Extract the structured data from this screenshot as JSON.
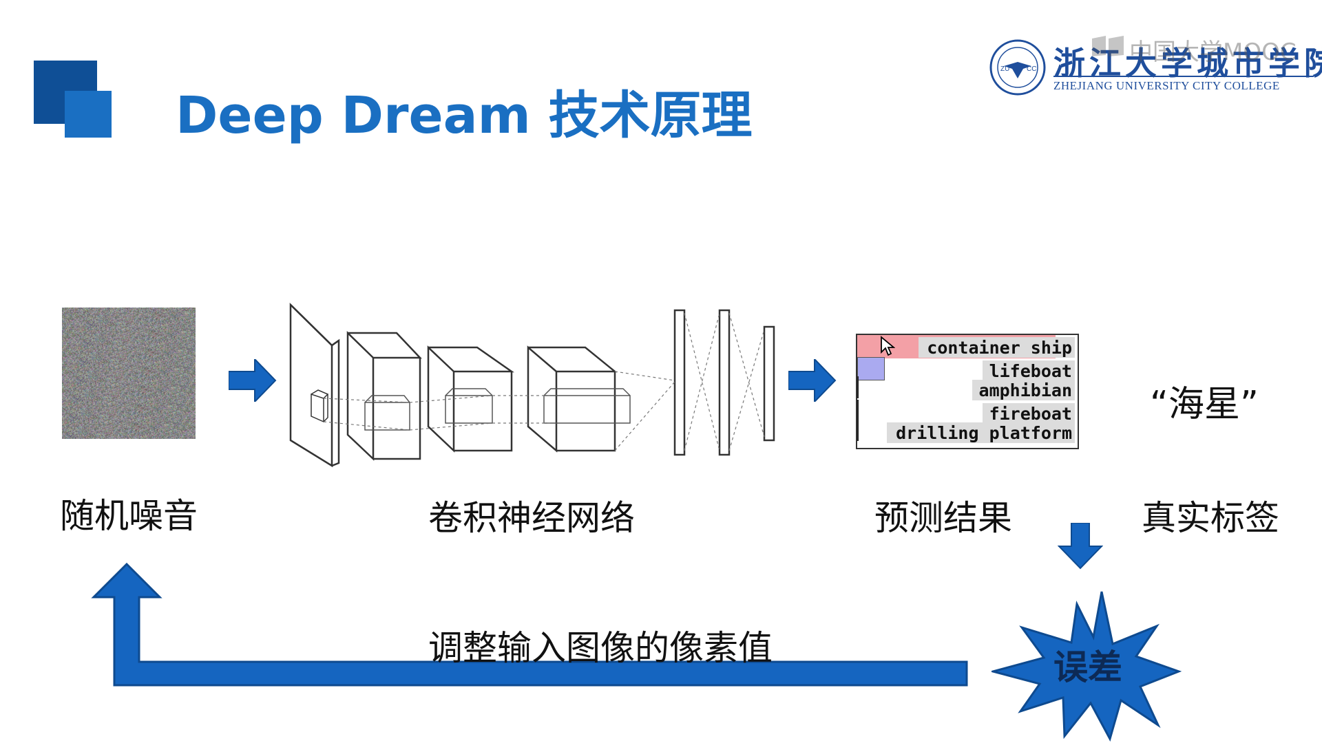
{
  "slide": {
    "title": "Deep Dream 技术原理"
  },
  "branding": {
    "watermark": "中国大学MOOC",
    "college_cn": "浙江大学城市学院",
    "college_en": "ZHEJIANG UNIVERSITY CITY COLLEGE",
    "seal_text_left": "ZU",
    "seal_text_right": "CC"
  },
  "diagram": {
    "labels": {
      "noise": "随机噪音",
      "cnn": "卷积神经网络",
      "prediction": "预测结果",
      "true_label": "真实标签",
      "true_value": "“海星”",
      "feedback": "调整输入图像的像素值",
      "error": "误差"
    },
    "predictions": [
      {
        "label": "container ship",
        "score": 1.0
      },
      {
        "label": "lifeboat",
        "score": 0.12
      },
      {
        "label": "amphibian",
        "score": 0.01
      },
      {
        "label": "fireboat",
        "score": 0.005
      },
      {
        "label": "drilling platform",
        "score": 0.005
      }
    ],
    "colors": {
      "accent_blue": "#1a6fc2",
      "arrow_blue": "#1565c0",
      "star_blue": "#1565c0",
      "bar_top": "#f3a0a6",
      "bar_second": "#aaaaf0"
    }
  }
}
